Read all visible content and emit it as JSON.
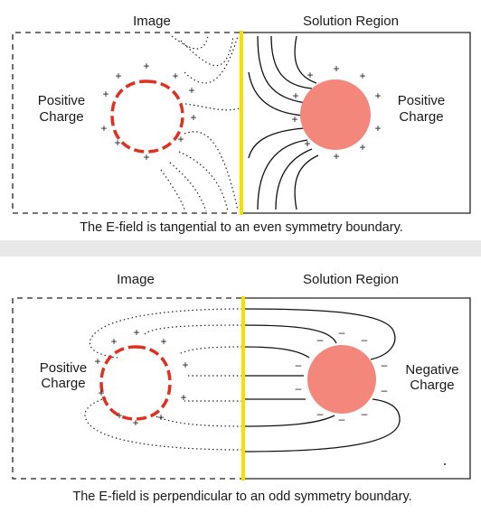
{
  "top": {
    "image_label": "Image",
    "solution_label": "Solution Region",
    "left_charge": [
      "Positive",
      "Charge"
    ],
    "right_charge": [
      "Positive",
      "Charge"
    ],
    "caption": "The E-field is tangential to an even symmetry boundary."
  },
  "bottom": {
    "image_label": "Image",
    "solution_label": "Solution Region",
    "left_charge": [
      "Positive",
      "Charge"
    ],
    "right_charge": [
      "Negative",
      "Charge"
    ],
    "caption": "The E-field is perpendicular to an odd symmetry boundary."
  },
  "colors": {
    "boundary": "#f5e000",
    "charge_fill": "#f4877c",
    "image_outline": "#e03020",
    "field_line": "#111111"
  }
}
